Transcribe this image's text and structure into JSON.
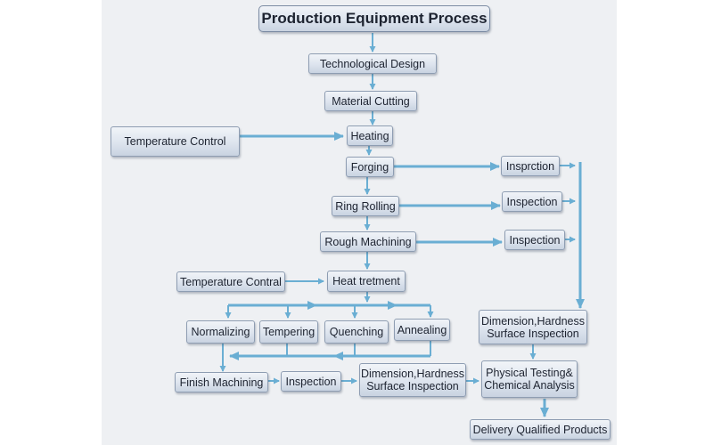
{
  "title": "Production Equipment  Process",
  "nodes": {
    "technological_design": "Technological Design",
    "material_cutting": "Material  Cutting",
    "heating": "Heating",
    "temperature_control": "Temperature Control",
    "forging": "Forging",
    "insprction": "Insprction",
    "ring_rolling": "Ring Rolling",
    "inspection_1": "Inspection",
    "rough_machining": "Rough Machining",
    "inspection_2": "Inspection",
    "temperature_contral": "Temperature Contral",
    "heat_tretment": "Heat tretment",
    "normalizing": "Normalizing",
    "tempering": "Tempering",
    "quenching": "Quenching",
    "annealing": "Annealing",
    "dimension_hardness_1": "Dimension,Hardness\nSurface Inspection",
    "finish_machining": "Finish Machining",
    "inspection_3": "Inspection",
    "dimension_hardness_2": "Dimension,Hardness\nSurface Inspection",
    "physical_testing": "Physical Testing&\nChemical Analysis",
    "delivery": "Delivery Qualified Products"
  },
  "colors": {
    "connector": "#6aaed3",
    "node_border": "#8e9db2",
    "node_fill_top": "#f1f4f8",
    "node_fill_bottom": "#c9d3e1",
    "canvas": "#eef0f3"
  }
}
